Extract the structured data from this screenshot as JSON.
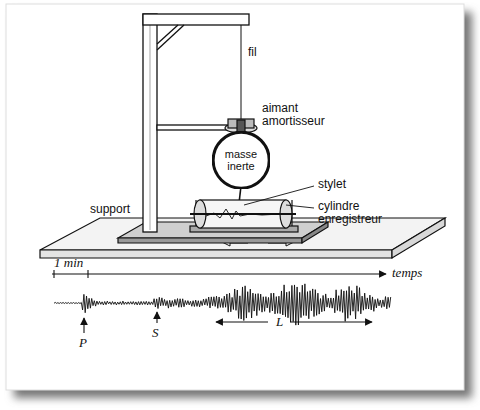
{
  "diagram": {
    "nodes": [
      {
        "text": [
          "masse inerte"
        ]
      }
    ],
    "labels": [
      "fil",
      "aimant amortisseur",
      "support",
      "stylet",
      "cylindre enregistreur",
      "1 min",
      "temps",
      "P",
      "S",
      "L"
    ]
  }
}
